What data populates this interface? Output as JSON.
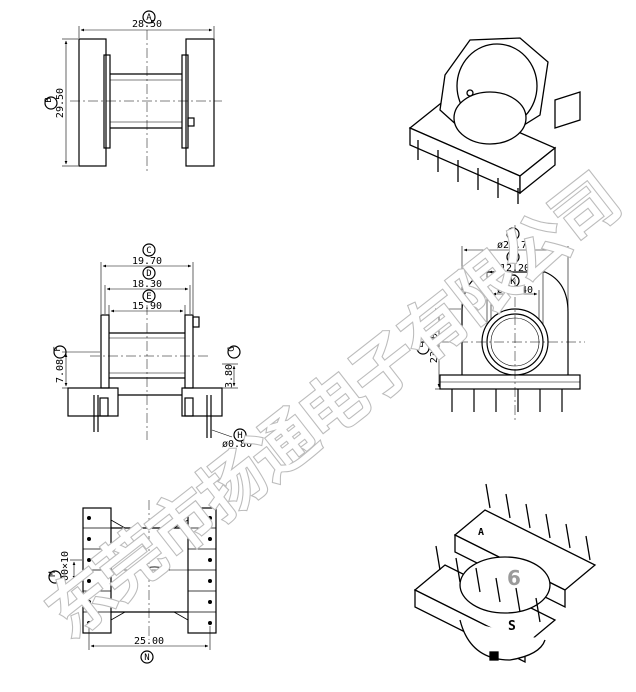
{
  "views": {
    "top": {
      "dims": {
        "A": "28.50",
        "B": "29.50"
      }
    },
    "front": {
      "dims": {
        "C": "19.70",
        "D": "18.30",
        "E": "15.90",
        "F": "7.08",
        "G": "3.80",
        "H": "ø0.80"
      }
    },
    "side": {
      "dims": {
        "I": "ø20.70",
        "J": "12.20",
        "K": "ø10.40",
        "L": "23.70"
      }
    },
    "bottom": {
      "dims": {
        "M": "5.00×10",
        "N": "25.00"
      }
    },
    "iso_bottom": {
      "pin_mark": "6",
      "pin_mark_s": "S",
      "pin_letter": "A"
    }
  },
  "watermark": "东莞市扬通电子有限公司"
}
